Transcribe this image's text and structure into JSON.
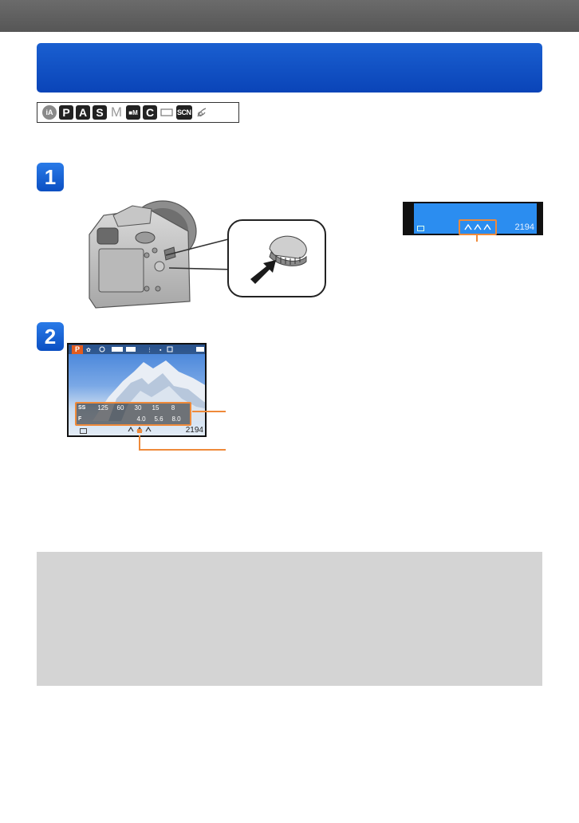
{
  "header": {
    "bar_color": "#5e5e5e"
  },
  "title_banner": {
    "color": "#0b47bc"
  },
  "mode_strip": {
    "modes": [
      {
        "name": "intelligent-auto-icon",
        "label": "iA",
        "style": "grey"
      },
      {
        "name": "mode-p-icon",
        "label": "P",
        "style": "solid"
      },
      {
        "name": "mode-a-icon",
        "label": "A",
        "style": "solid"
      },
      {
        "name": "mode-s-icon",
        "label": "S",
        "style": "solid"
      },
      {
        "name": "mode-m-icon",
        "label": "M",
        "style": "light"
      },
      {
        "name": "movie-mode-icon",
        "label": "",
        "style": "solid"
      },
      {
        "name": "custom-mode-icon",
        "label": "C",
        "style": "solid"
      },
      {
        "name": "panorama-mode-icon",
        "label": "",
        "style": "outline"
      },
      {
        "name": "scene-mode-icon",
        "label": "SCN",
        "style": "scn"
      },
      {
        "name": "creative-control-icon",
        "label": "",
        "style": "outline"
      }
    ]
  },
  "steps": [
    {
      "number": "1"
    },
    {
      "number": "2"
    }
  ],
  "lcd_small": {
    "shots_remaining": "2194"
  },
  "lcd_large": {
    "mode_tag": "P",
    "shutter_label": "SS",
    "aperture_label": "F",
    "shutter_values": [
      "125",
      "60",
      "30",
      "15",
      "8"
    ],
    "aperture_values": [
      "4.0",
      "5.6",
      "8.0"
    ],
    "shots_remaining": "2194"
  },
  "accent_color": "#ef8a3a",
  "note_box": {
    "color": "#d4d4d4"
  }
}
